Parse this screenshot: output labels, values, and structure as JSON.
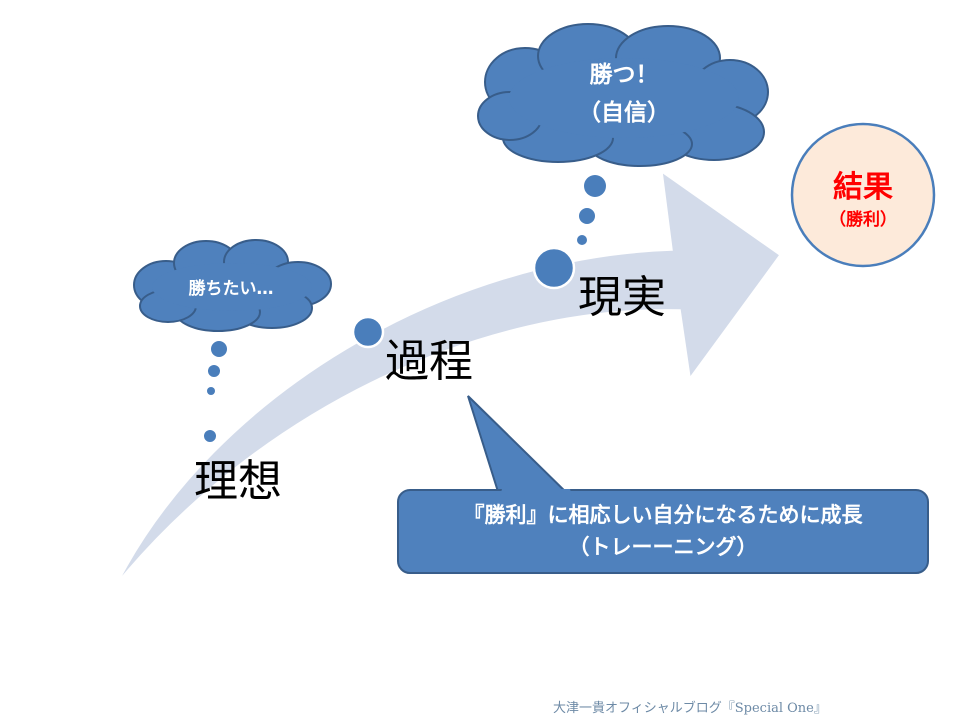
{
  "stages": {
    "ideal": "理想",
    "process": "過程",
    "reality": "現実"
  },
  "clouds": {
    "want_to_win": "勝ちたい…",
    "win_line1": "勝つ！",
    "win_line2": "（自信）"
  },
  "result": {
    "title": "結果",
    "subtitle": "（勝利）"
  },
  "callout": {
    "line1": "『勝利』に相応しい自分になるために成長",
    "line2": "（トレーーニング）"
  },
  "footer": "大津一貴オフィシャルブログ『Special One』",
  "colors": {
    "arrow_fill": "#d3dbea",
    "node_blue": "#4a7ebb",
    "cloud_blue": "#4f81bd",
    "cloud_stroke": "#385d8a",
    "result_fill": "#fdeada",
    "result_text": "#ff0000"
  }
}
